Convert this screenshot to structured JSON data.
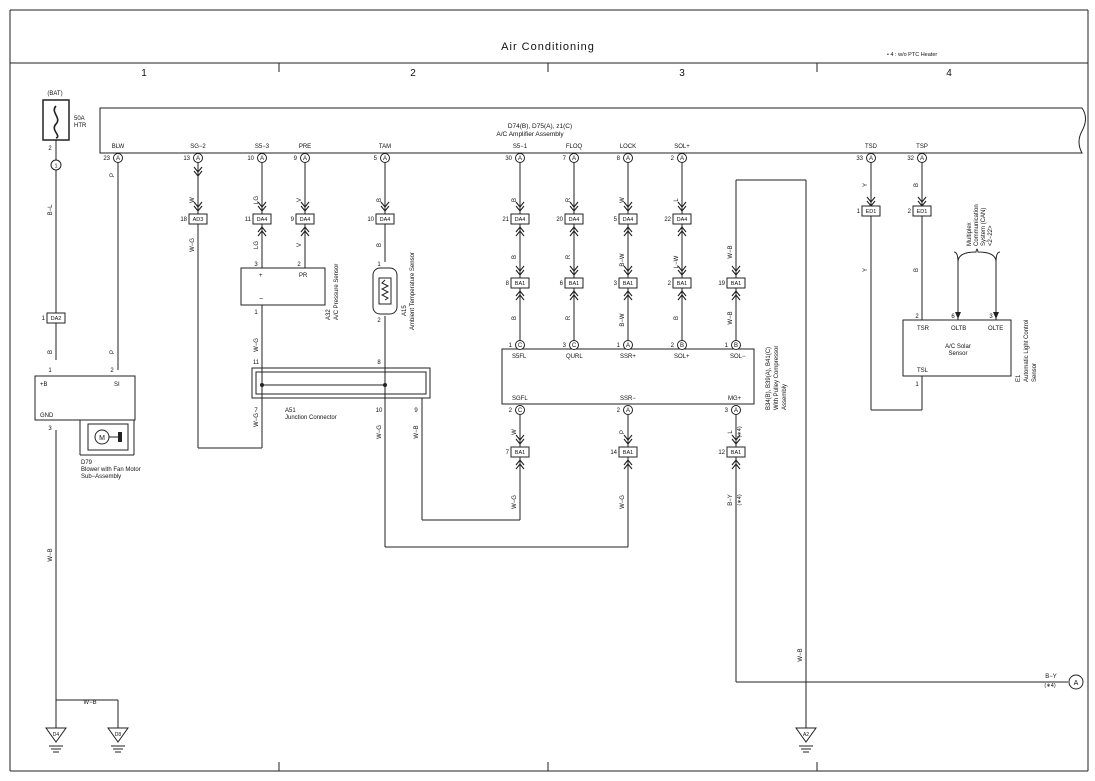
{
  "title": "Air Conditioning",
  "note": "• 4 : w/o PTC Heater",
  "columns": [
    "1",
    "2",
    "3",
    "4"
  ],
  "amplifier": {
    "line1": "D74(B), D75(A), z1(C)",
    "line2": "A/C Amplifier Assembly"
  },
  "terminals": [
    {
      "name": "BLW",
      "pin": "23",
      "conn": "A"
    },
    {
      "name": "SG−2",
      "pin": "13",
      "conn": "A"
    },
    {
      "name": "S5−3",
      "pin": "10",
      "conn": "A"
    },
    {
      "name": "PRE",
      "pin": "9",
      "conn": "A"
    },
    {
      "name": "TAM",
      "pin": "5",
      "conn": "A"
    },
    {
      "name": "S5−1",
      "pin": "30",
      "conn": "A"
    },
    {
      "name": "FLOQ",
      "pin": "7",
      "conn": "A"
    },
    {
      "name": "LOCK",
      "pin": "8",
      "conn": "A"
    },
    {
      "name": "SOL+",
      "pin": "2",
      "conn": "A"
    },
    {
      "name": "TSD",
      "pin": "33",
      "conn": "A"
    },
    {
      "name": "TSP",
      "pin": "32",
      "conn": "A"
    }
  ],
  "wireColors": [
    "B−L",
    "B",
    "P",
    "P",
    "W",
    "W−G",
    "W−G",
    "LG",
    "LG",
    "W−G",
    "V",
    "V",
    "B",
    "B",
    "W−G",
    "B",
    "B",
    "B",
    "R",
    "R",
    "R",
    "W",
    "B−W",
    "B−W",
    "L",
    "L−W",
    "B",
    "W−B",
    "W−B",
    "Y",
    "Y",
    "B",
    "B",
    "W",
    "W−G",
    "P",
    "W−G",
    "L",
    "B−Y",
    "W−B",
    "W−B",
    "W−B",
    "W−B",
    "B−Y"
  ],
  "wireNotes": [
    "(∗4)",
    "(∗4)",
    "(∗4)"
  ],
  "connectors": [
    "DA2",
    "AD3",
    "DA4",
    "DA4",
    "DA4",
    "DA4",
    "DA4",
    "DA4",
    "DA4",
    "BA1",
    "BA1",
    "BA1",
    "BA1",
    "BA1",
    "ED1",
    "ED1",
    "BA1",
    "BA1",
    "BA1"
  ],
  "pinNumbers": [
    "2",
    "1",
    "1",
    "2",
    "3",
    "18",
    "11",
    "9",
    "10",
    "21",
    "20",
    "5",
    "22",
    "3",
    "2",
    "1",
    "2",
    "8",
    "6",
    "3",
    "2",
    "19",
    "1",
    "1",
    "11",
    "8",
    "7",
    "10",
    "9",
    "1",
    "3",
    "3",
    "2",
    "1",
    "2",
    "2",
    "3",
    "7",
    "14",
    "12",
    "1",
    "2",
    "2",
    "6",
    "3",
    "1"
  ],
  "bat": {
    "label": "(BAT)",
    "fuse": "50A",
    "fuseSub": "HTR"
  },
  "blower": {
    "labels": [
      "+B",
      "SI",
      "GND"
    ],
    "name": "D79",
    "desc1": "Blower with Fan Motor",
    "desc2": "Sub−Assembly",
    "motor": "M"
  },
  "pressureSensor": {
    "plus": "+",
    "pr": "PR",
    "minus": "−",
    "name": "A32",
    "desc": "A/C Pressure Sensor"
  },
  "ambientSensor": {
    "name": "A15",
    "desc": "Ambient Temperature Sensor"
  },
  "junction": {
    "name": "A51",
    "desc": "Junction Connector"
  },
  "compressor": {
    "top": [
      {
        "pin": "1",
        "conn": "C",
        "name": "S5FL"
      },
      {
        "pin": "3",
        "conn": "C",
        "name": "QURL"
      },
      {
        "pin": "1",
        "conn": "A",
        "name": "SSR+"
      },
      {
        "pin": "2",
        "conn": "B",
        "name": "SOL+"
      },
      {
        "pin": "1",
        "conn": "B",
        "name": "SOL−"
      }
    ],
    "bottom": [
      {
        "pin": "2",
        "conn": "C",
        "name": "SGFL"
      },
      {
        "pin": "2",
        "conn": "A",
        "name": "SSR−"
      },
      {
        "pin": "3",
        "conn": "A",
        "name": "MG+"
      }
    ],
    "line1": "B34(B), B39(A), B41(C)",
    "line2": "With Pulley Compressor",
    "line3": "Assembly"
  },
  "solar": {
    "tsr": "TSR",
    "oltb": "OLTB",
    "olte": "OLTE",
    "tsl": "TSL",
    "desc1": "A/C Solar",
    "desc2": "Sensor",
    "name": "E1",
    "side1": "Automatic Light Control",
    "side2": "Sensor"
  },
  "multiplex": {
    "line1": "Multiplex",
    "line2": "Communication",
    "line3": "System (CAN)",
    "line4": "<2−22>"
  },
  "grounds": [
    "D4",
    "D8",
    "A2"
  ],
  "connectorA": "A"
}
